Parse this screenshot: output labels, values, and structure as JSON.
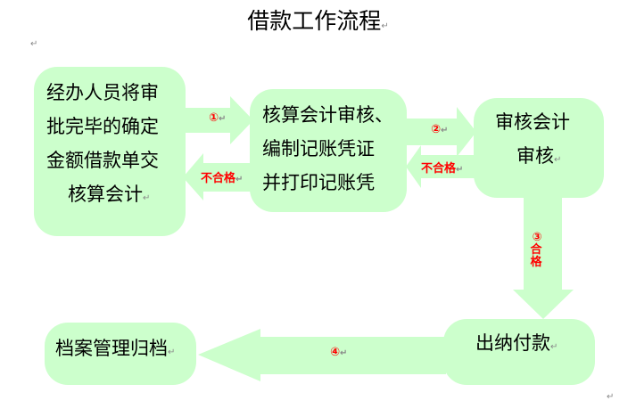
{
  "title": "借款工作流程",
  "colors": {
    "fill": "#ccffcc",
    "label": "#ff0000"
  },
  "nodes": {
    "applicant": [
      "经办人员将审",
      "批完毕的确定",
      "金额借款单交",
      "核算会计"
    ],
    "accounting": [
      "核算会计审核、",
      "编制记账凭证",
      "并打印记账凭"
    ],
    "audit": [
      "审核会计",
      "审核"
    ],
    "cashier": "出纳付款",
    "archive": "档案管理归档"
  },
  "edges": {
    "step1": "①",
    "reject1": "不合格",
    "step2": "②",
    "reject2": "不合格",
    "step3_num": "③",
    "step3_text": "合格",
    "step4": "④"
  }
}
